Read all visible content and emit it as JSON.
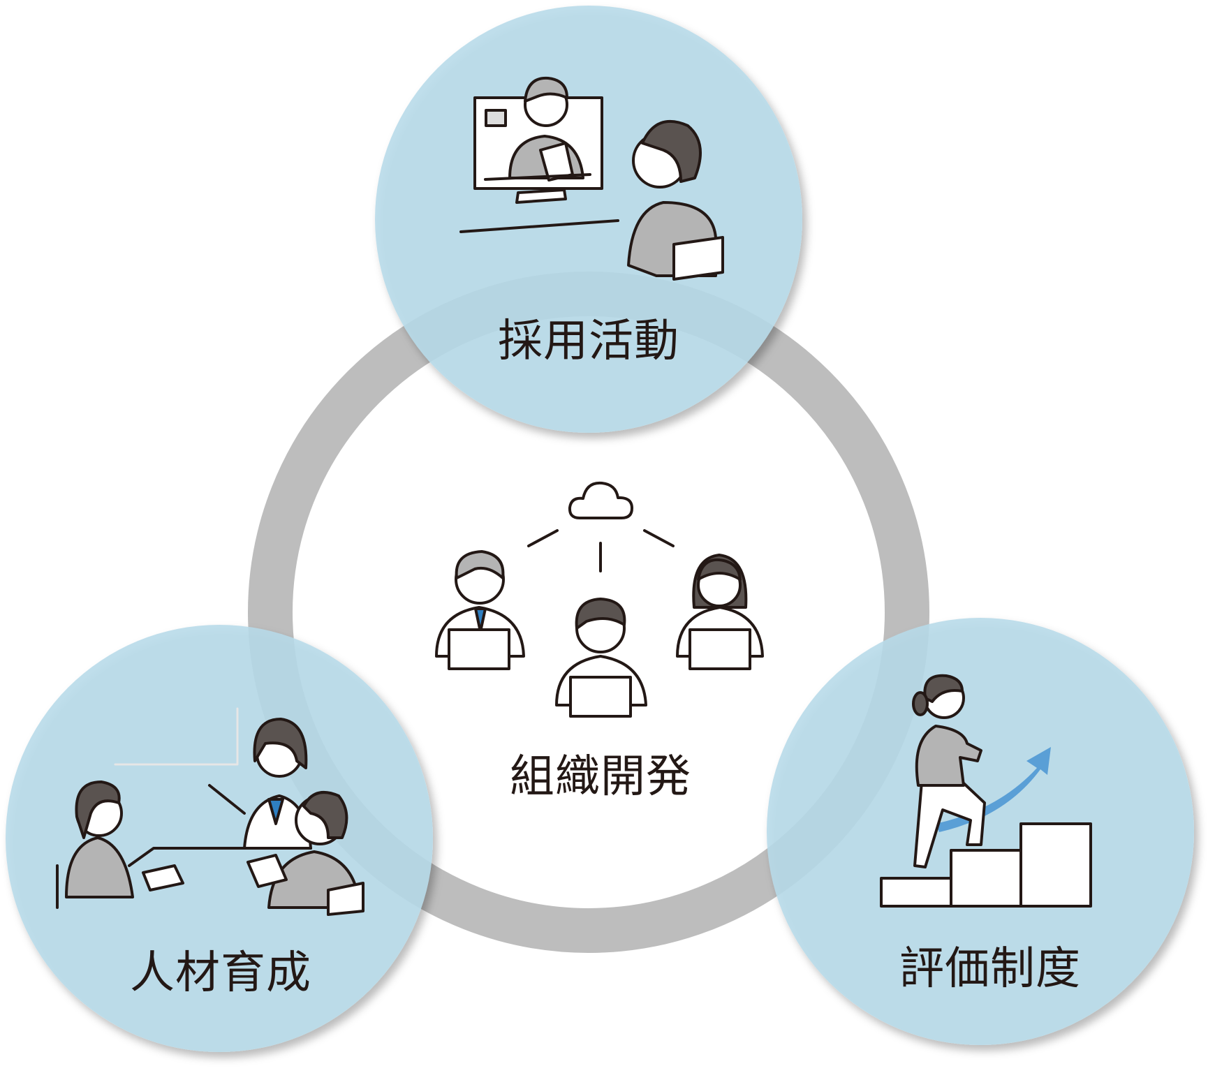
{
  "center": {
    "label": "組織開発"
  },
  "nodes": [
    {
      "id": "recruiting",
      "label": "採用活動"
    },
    {
      "id": "training",
      "label": "人材育成"
    },
    {
      "id": "evaluation",
      "label": "評価制度"
    }
  ],
  "colors": {
    "ring": "#bdbdbd",
    "bubble": "#b7dbe9",
    "ink": "#231815",
    "accent": "#2f7fc1",
    "figure": "#b4b4b4",
    "hair": "#5a5350"
  }
}
